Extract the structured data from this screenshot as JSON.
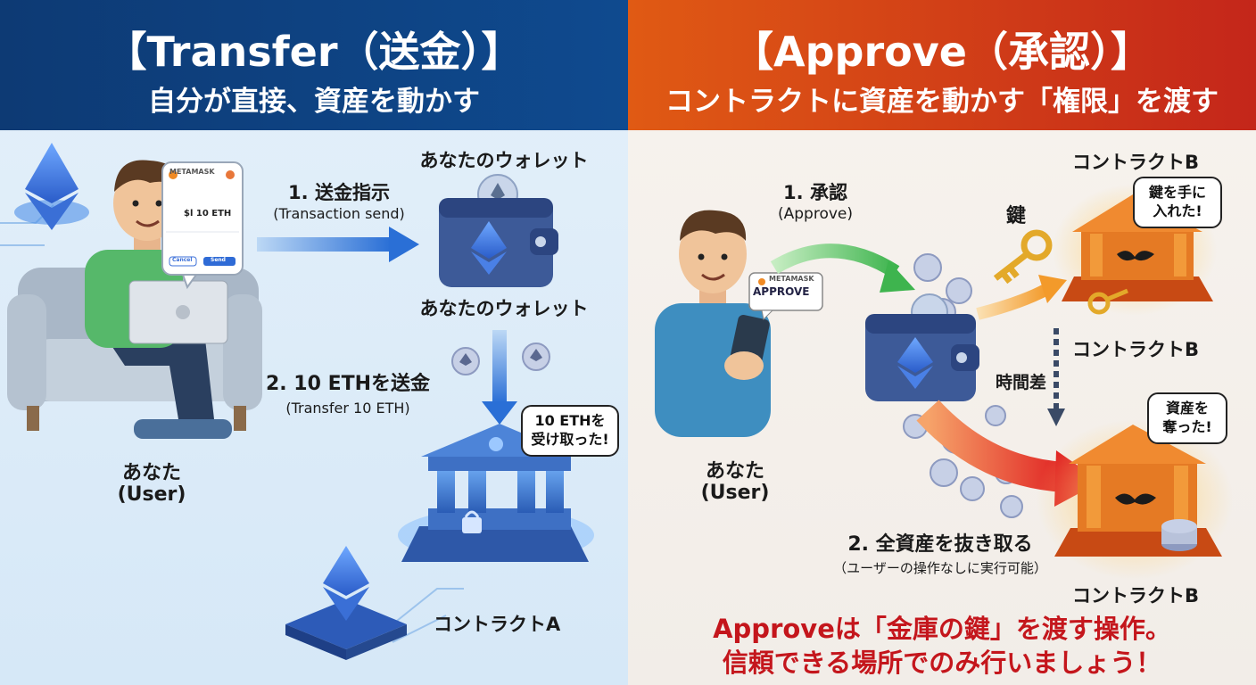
{
  "transfer": {
    "title": "【Transfer（送金）】",
    "subtitle": "自分が直接、資産を動かす",
    "user_label": "あなた",
    "user_sub": "(User)",
    "wallet_top": "あなたのウォレット",
    "wallet_bottom": "あなたのウォレット",
    "step1": "1. 送金指示",
    "step1_sub": "(Transaction send)",
    "step2": "2. 10 ETHを送金",
    "step2_sub": "(Transfer 10 ETH)",
    "contract": "コントラクトA",
    "bubble": "10 ETHを\n受け取った!",
    "phone_brand": "METAMASK",
    "phone_amount": "$l 10 ETH",
    "phone_cancel": "Cancel",
    "phone_send": "Send"
  },
  "approve": {
    "title": "【Approve（承認）】",
    "subtitle": "コントラクトに資産を動かす「権限」を渡す",
    "user_label": "あなた",
    "user_sub": "(User)",
    "step1": "1. 承認",
    "step1_sub": "(Approve)",
    "key_label": "鍵",
    "contract_top": "コントラクトB",
    "contract_mid": "コントラクトB",
    "contract_bottom": "コントラクトB",
    "time_gap": "時間差",
    "bubble_top": "鍵を手に\n入れた!",
    "bubble_bottom": "資産を\n奪った!",
    "step2": "2. 全資産を抜き取る",
    "step2_sub": "（ユーザーの操作なしに実行可能）",
    "phone_brand": "METAMASK",
    "phone_action": "APPROVE",
    "note_line1": "Approveは「金庫の鍵」を渡す操作。",
    "note_line2": "信頼できる場所でのみ行いましょう！"
  },
  "colors": {
    "left_header": "#0f4a8f",
    "right_header": "#d23c16",
    "warning_text": "#c4161c",
    "eth_blue": "#3b6fd8"
  }
}
